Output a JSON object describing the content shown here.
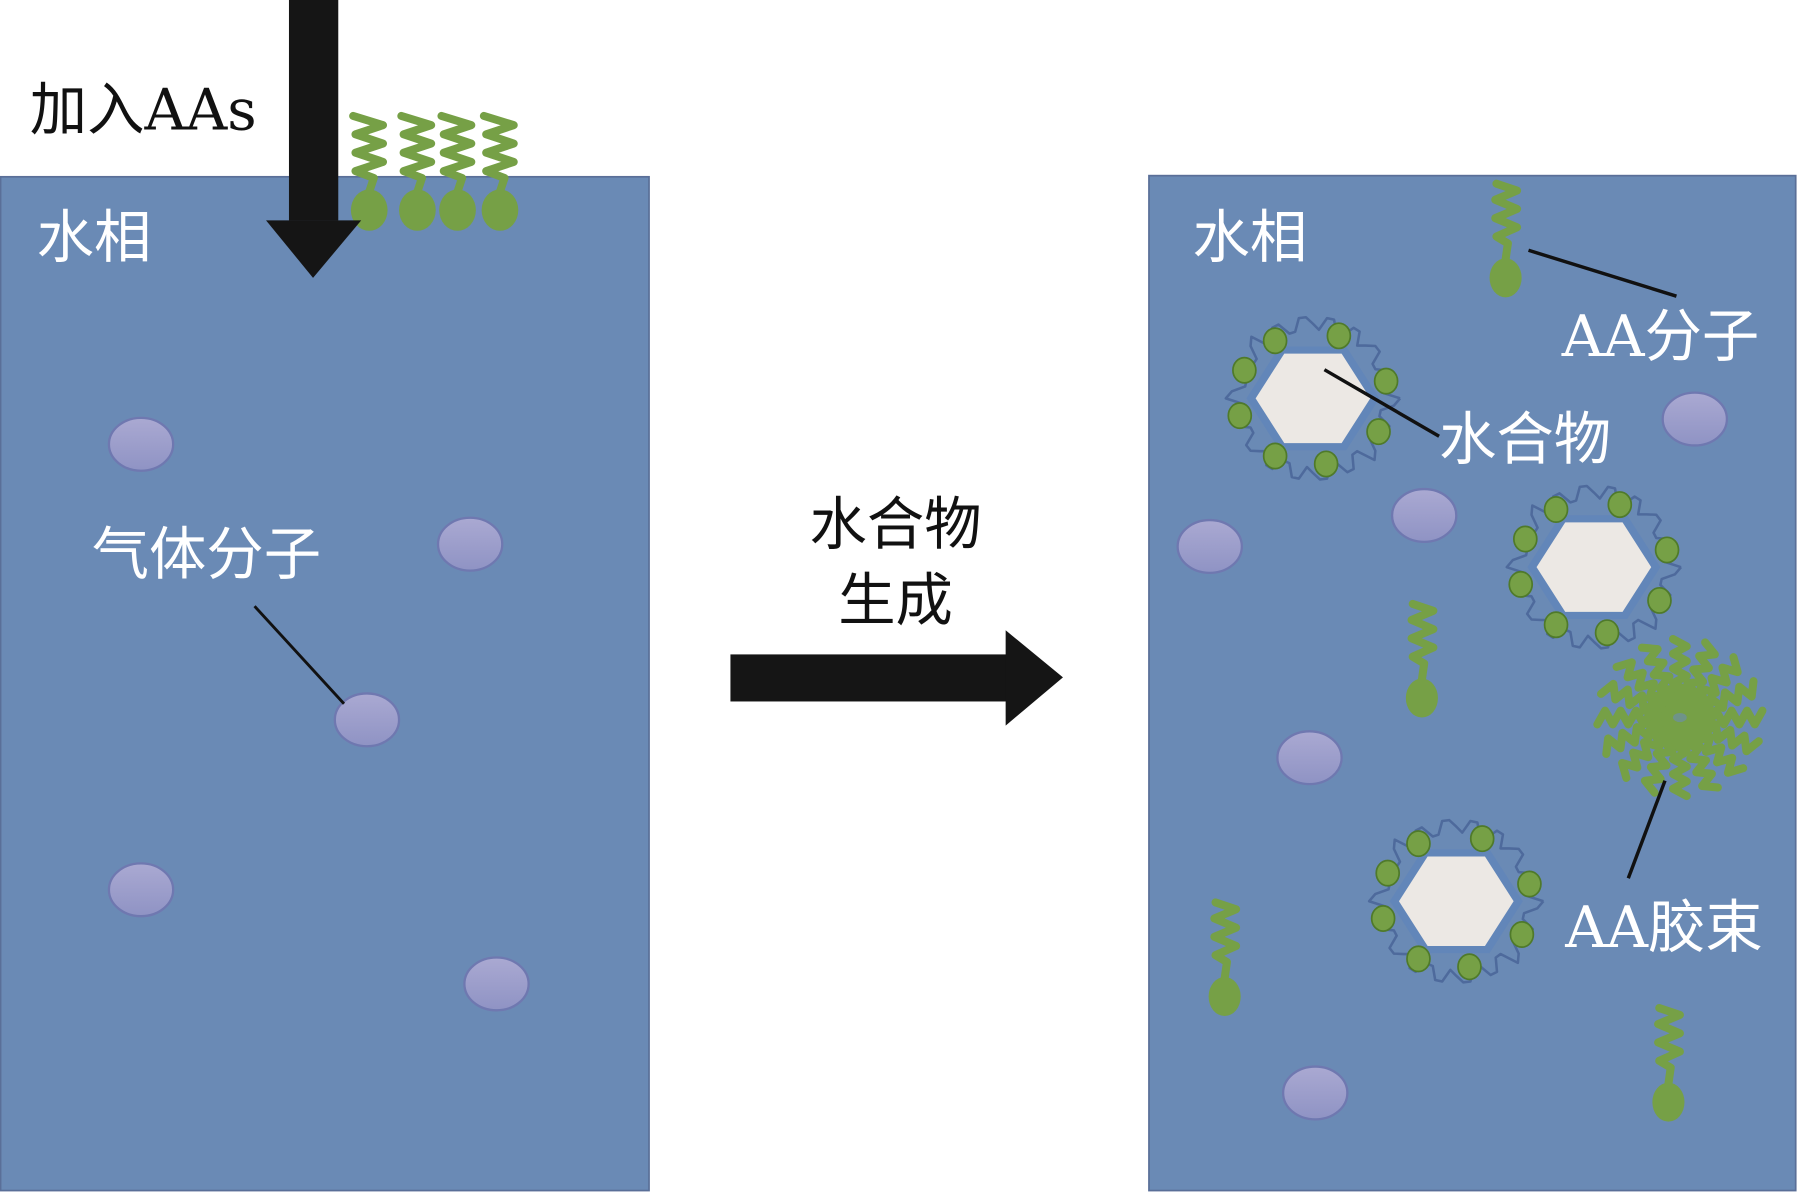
{
  "figure": {
    "colors": {
      "water_phase": "#6a8ab5",
      "water_phase_border": "#5a6f98",
      "gas_molecule_fill": "#9b9ecb",
      "gas_molecule_border": "#6f78b0",
      "aa_green": "#76a046",
      "aa_green_dark": "#4f7a2a",
      "hydrate_fill": "#ece8e4",
      "hydrate_tail": "#4e6a9c",
      "arrow": "#151515",
      "pointer_line": "#111111"
    },
    "left_panel": {
      "phase_label": "水相",
      "add_label": "加入AAs",
      "gas_label": "气体分子",
      "surface_aa_count": 4,
      "gas_molecule_count": 5
    },
    "transition": {
      "line1": "水合物",
      "line2": "生成"
    },
    "right_panel": {
      "phase_label": "水相",
      "aa_molecule_label": "AA分子",
      "hydrate_label": "水合物",
      "micelle_label": "AA胶束",
      "hydrate_count": 3,
      "free_aa_count": 4,
      "gas_molecule_count": 5,
      "micelle_count": 1
    }
  }
}
